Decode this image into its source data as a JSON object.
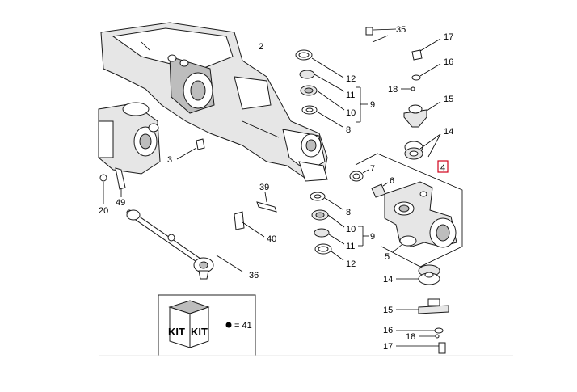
{
  "callouts": {
    "p2": "2",
    "p3": "3",
    "p4": "4",
    "p5": "5",
    "p6": "6",
    "p7": "7",
    "p8a": "8",
    "p8b": "8",
    "p9a": "9",
    "p9b": "9",
    "p10a": "10",
    "p10b": "10",
    "p11a": "11",
    "p11b": "11",
    "p12a": "12",
    "p12b": "12",
    "p14a": "14",
    "p14b": "14",
    "p15a": "15",
    "p15b": "15",
    "p16a": "16",
    "p16b": "16",
    "p17a": "17",
    "p17b": "17",
    "p18a": "18",
    "p18b": "18",
    "p20": "20",
    "p35": "35",
    "p36": "36",
    "p39": "39",
    "p40": "40",
    "p49": "49"
  },
  "kit": {
    "label_left": "KIT",
    "label_right": "KIT",
    "legend": "= 41"
  },
  "colors": {
    "highlight": "#d0021b",
    "line": "#1a1a1a"
  }
}
